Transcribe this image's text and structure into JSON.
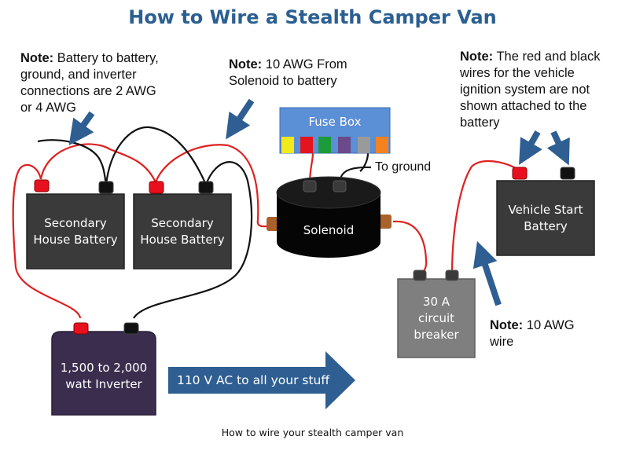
{
  "title": "How to Wire a Stealth Camper Van",
  "caption": "How to wire your stealth camper van",
  "notes": {
    "battery_connections": {
      "prefix": "Note:",
      "line1": "Battery to battery,",
      "line2": "ground, and inverter",
      "line3": "connections are 2 AWG",
      "line4": "or 4 AWG"
    },
    "solenoid_wire": {
      "prefix": "Note:",
      "line1": "10 AWG From",
      "line2": "Solenoid to  battery"
    },
    "ignition": {
      "prefix": "Note:",
      "line1": "The red and black",
      "line2": "wires for the vehicle",
      "line3": "ignition system are not",
      "line4": "shown attached to the",
      "line5": "battery"
    },
    "breaker_wire": {
      "prefix": "Note:",
      "line1": "10 AWG",
      "line2": "wire"
    }
  },
  "components": {
    "battery1": {
      "line1": "Secondary",
      "line2": "House Battery"
    },
    "battery2": {
      "line1": "Secondary",
      "line2": "House Battery"
    },
    "inverter": {
      "line1": "1,500 to 2,000",
      "line2": "watt Inverter"
    },
    "solenoid": {
      "label": "Solenoid"
    },
    "fuse_box": {
      "label": "Fuse Box"
    },
    "breaker": {
      "line1": "30 A",
      "line2": "circuit",
      "line3": "breaker"
    },
    "start_battery": {
      "line1": "Vehicle Start",
      "line2": "Battery"
    }
  },
  "ground_label": "To ground",
  "ac_arrow_label": "110 V AC to all your stuff",
  "colors": {
    "title": "#2b5f91",
    "battery": "#3a3a3a",
    "inverter": "#3b2d4e",
    "breaker": "#7f7f7f",
    "solenoid": "#000000",
    "fuse_box": "#5b8fd6",
    "arrow": "#2e5e92",
    "positive_wire": "#e02020",
    "negative_wire": "#111111",
    "terminal_red": "#e8101e",
    "lug": "#a9622b"
  },
  "fuses": [
    "yellow",
    "red",
    "green",
    "purple",
    "gray",
    "orange"
  ]
}
